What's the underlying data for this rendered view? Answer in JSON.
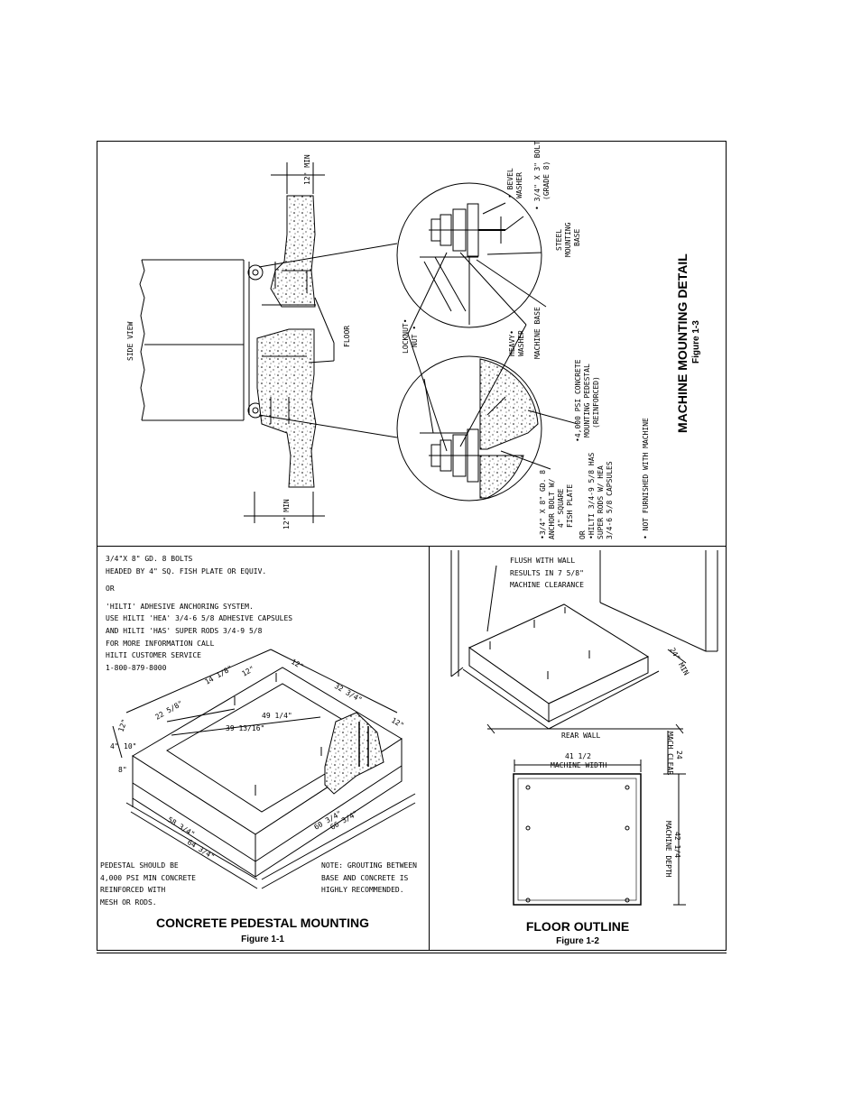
{
  "figure_1_3": {
    "title": "MACHINE MOUNTING DETAIL",
    "number": "Figure 1-3",
    "labels": {
      "side_view": "SIDE VIEW",
      "floor": "FLOOR",
      "min_top": "12\" MIN",
      "min_bottom": "12\" MIN",
      "bevel_washer_1": "• BEVEL",
      "bevel_washer_2": "WASHER",
      "bolt_1": "• 3/4\" X 3\" BOLT",
      "bolt_2": "(GRADE 8)",
      "steel_base_1": "STEEL",
      "steel_base_2": "MOUNTING",
      "steel_base_3": "BASE",
      "lockout_1": "LOCKNUT•",
      "lockout_2": "NUT •",
      "heavy_washer_1": "HEAVY•",
      "heavy_washer_2": "WASHER",
      "machine_base": "MACHINE BASE",
      "pedestal_1": "•4,000 PSI CONCRETE",
      "pedestal_2": "MOUNTING PEDESTAL",
      "pedestal_3": "(REINFORCED)",
      "anchor_1": "•3/4\" X 8\" GD. 8",
      "anchor_2": "ANCHOR BOLT W/",
      "anchor_3": "4\" SQUARE",
      "anchor_4": "FISH PLATE",
      "anchor_5": "OR",
      "anchor_6": "•HILTI 3/4-9 5/8 HAS",
      "anchor_7": "SUPER RODS W/ HEA",
      "anchor_8": "3/4-6 5/8 CAPSULES",
      "not_furnished": "• NOT FURNISHED WITH MACHINE"
    }
  },
  "figure_1_1": {
    "title": "CONCRETE PEDESTAL MOUNTING",
    "number": "Figure 1-1",
    "notes": {
      "l1": "3/4\"X 8\" GD. 8 BOLTS",
      "l2": "HEADED BY 4\" SQ. FISH PLATE OR EQUIV.",
      "l3": "OR",
      "l4": "'HILTI' ADHESIVE ANCHORING SYSTEM.",
      "l5": "USE HILTI 'HEA' 3/4-6 5/8 ADHESIVE CAPSULES",
      "l6": "AND HILTI 'HAS' SUPER RODS 3/4-9 5/8",
      "l7": "FOR MORE INFORMATION CALL",
      "l8": "HILTI CUSTOMER SERVICE",
      "l9": "1-800-879-8000"
    },
    "dims": {
      "d_12a": "12\"",
      "d_12b": "12\"",
      "d_12c": "12\"",
      "d_12d": "12\"",
      "d_14": "14 1/8\"",
      "d_22": "22 5/8\"",
      "d_32": "32 3/4\"",
      "d_49": "49 1/4\"",
      "d_39": "39 13/16\"",
      "d_4": "4\"",
      "d_10": "10\"",
      "d_8": "8\"",
      "d_58": "58 3/4\"",
      "d_64": "64 3/4\"",
      "d_60": "60 3/4\"",
      "d_66": "66 3/4\""
    },
    "pedestal_note": {
      "l1": "PEDESTAL SHOULD BE",
      "l2": "4,000 PSI MIN CONCRETE",
      "l3": "REINFORCED WITH",
      "l4": "MESH OR RODS."
    },
    "grout_note": {
      "l1": "NOTE: GROUTING BETWEEN",
      "l2": "BASE AND CONCRETE IS",
      "l3": "HIGHLY RECOMMENDED."
    }
  },
  "figure_1_2": {
    "title": "FLOOR OUTLINE",
    "number": "Figure 1-2",
    "flush_note": {
      "l1": "FLUSH WITH WALL",
      "l2": "RESULTS IN 7 5/8\"",
      "l3": "MACHINE CLEARANCE"
    },
    "min_24": "24\" MIN",
    "rear_wall": "REAR WALL",
    "width_value": "41 1/2",
    "width_label": "MACHINE WIDTH",
    "clear_value": "24",
    "clear_label": "MACH CLEAR",
    "depth_value": "42 1/4",
    "depth_label": "MACHINE DEPTH"
  }
}
